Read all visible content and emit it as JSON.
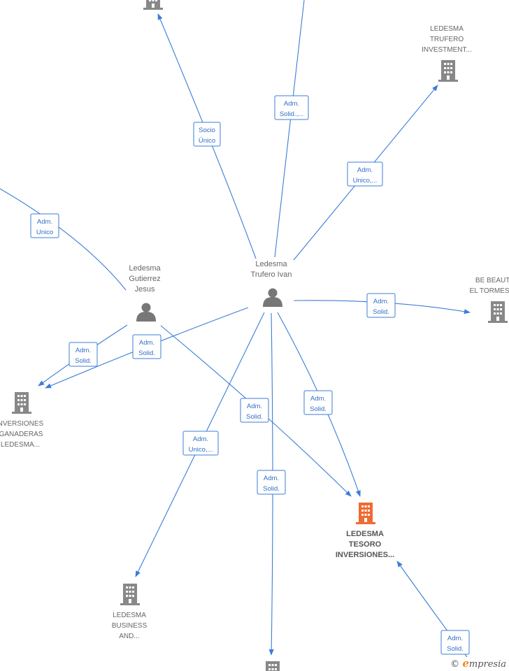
{
  "colors": {
    "edge": "#3b7dd8",
    "company": "#888888",
    "highlight": "#f06a32",
    "person": "#777777"
  },
  "persons": {
    "ivan": [
      "Ledesma",
      "Trufero Ivan"
    ],
    "jesus": [
      "Ledesma",
      "Gutierrez",
      "Jesus"
    ]
  },
  "companies": {
    "top_left": [],
    "ledesma_trufero_investment": [
      "LEDESMA",
      "TRUFERO",
      "INVESTMENT..."
    ],
    "be_beauty": [
      "BE BEAUTY",
      "EL TORMES"
    ],
    "inversiones_ganaderas": [
      "INVERSIONES",
      "GANADERAS",
      "LEDESMA..."
    ],
    "ledesma_tesoro": [
      "LEDESMA",
      "TESORO",
      "INVERSIONES..."
    ],
    "ledesma_business": [
      "LEDESMA",
      "BUSINESS",
      "AND..."
    ],
    "bottom_center": []
  },
  "edge_labels": {
    "socio_unico": [
      "Socio",
      "Único"
    ],
    "adm_solid_top": [
      "Adm.",
      "Solid.,..."
    ],
    "adm_unico_investment": [
      "Adm.",
      "Unico,..."
    ],
    "adm_unico_left": [
      "Adm.",
      "Unico"
    ],
    "adm_solid_beauty": [
      "Adm.",
      "Solid."
    ],
    "adm_solid_jesus_inv": [
      "Adm.",
      "Solid."
    ],
    "adm_solid_ivan_inv": [
      "Adm.",
      "Solid."
    ],
    "adm_solid_jesus_tesoro": [
      "Adm.",
      "Solid."
    ],
    "adm_solid_ivan_tesoro": [
      "Adm.",
      "Solid."
    ],
    "adm_unico_business": [
      "Adm.",
      "Unico,..."
    ],
    "adm_solid_bottom": [
      "Adm.",
      "Solid."
    ],
    "adm_solid_br": [
      "Adm.",
      "Solid."
    ]
  },
  "footer": {
    "copyright": "©",
    "brand_initial": "e",
    "brand_rest": "mpresia"
  }
}
